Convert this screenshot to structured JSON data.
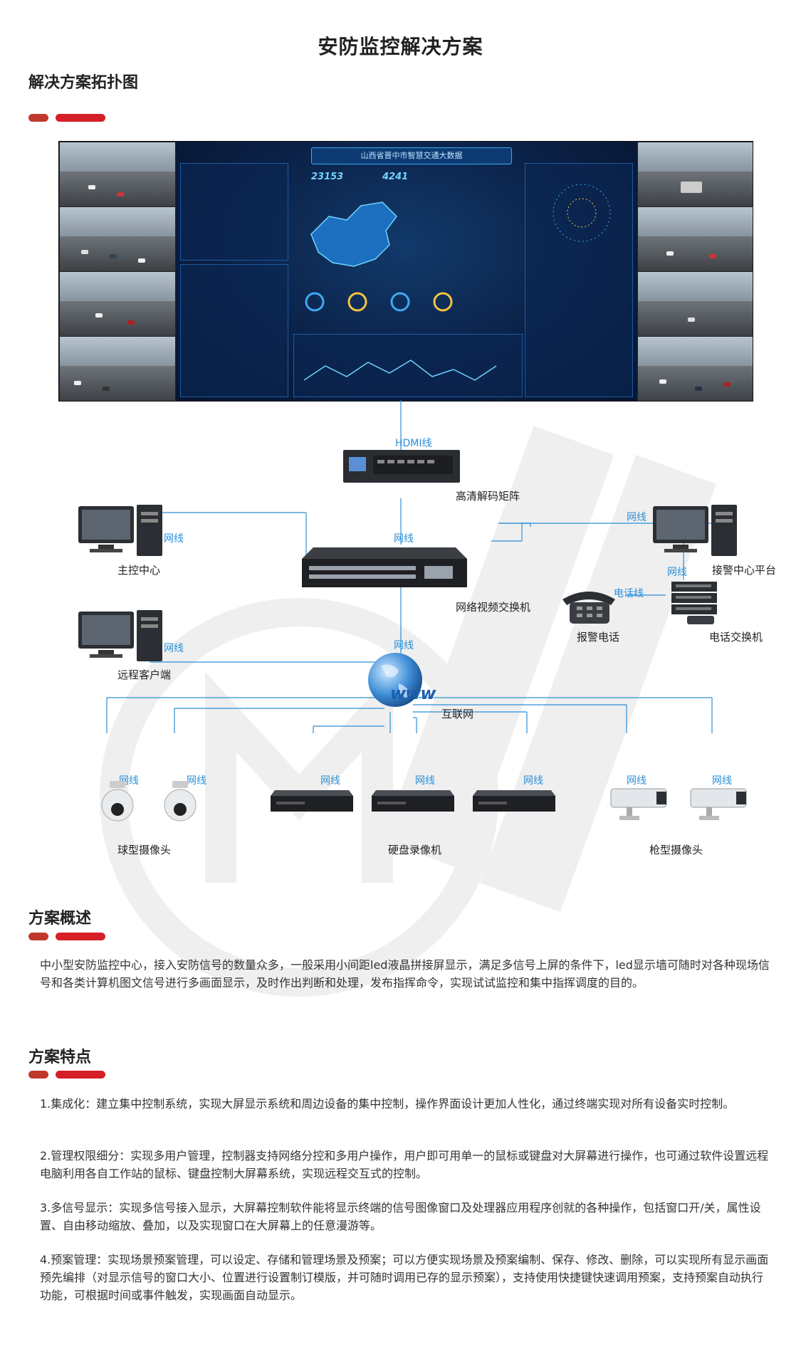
{
  "page": {
    "title": "安防监控解决方案"
  },
  "sections": {
    "topology": {
      "title": "解决方案拓扑图"
    },
    "overview": {
      "title": "方案概述",
      "text": "中小型安防监控中心，接入安防信号的数量众多，一般采用小间距led液晶拼接屏显示，满足多信号上屏的条件下，led显示墙可随时对各种现场信号和各类计算机图文信号进行多画面显示，及时作出判断和处理，发布指挥命令，实现试试监控和集中指挥调度的目的。"
    },
    "features": {
      "title": "方案特点",
      "items": [
        "1.集成化：建立集中控制系统，实现大屏显示系统和周边设备的集中控制，操作界面设计更加人性化，通过终端实现对所有设备实时控制。",
        "2.管理权限细分：实现多用户管理，控制器支持网络分控和多用户操作，用户即可用单一的鼠标或键盘对大屏幕进行操作，也可通过软件设置远程电脑利用各自工作站的鼠标、键盘控制大屏幕系统，实现远程交互式的控制。",
        "3.多信号显示：实现多信号接入显示，大屏幕控制软件能将显示终端的信号图像窗口及处理器应用程序创就的各种操作，包括窗口开/关，属性设置、自由移动缩放、叠加，以及实现窗口在大屏幕上的任意漫游等。",
        "4.预案管理：实现场景预案管理，可以设定、存储和管理场景及预案；可以方便实现场景及预案编制、保存、修改、删除，可以实现所有显示画面预先编排（对显示信号的窗口大小、位置进行设置制订模版，并可随时调用已存的显示预案），支持使用快捷键快速调用预案，支持预案自动执行功能，可根据时间或事件触发，实现画面自动显示。"
      ]
    }
  },
  "diagram": {
    "dashboard_title": "山西省晋中市智慧交通大数据",
    "dashboard_stats": [
      "23153",
      "4241"
    ],
    "nodes": {
      "decoder": "高清解码矩阵",
      "switch": "网络视频交换机",
      "main_control": "主控中心",
      "alarm_platform": "接警中心平台",
      "alarm_phone": "报警电话",
      "pbx": "电话交换机",
      "remote_client": "远程客户端",
      "internet": "互联网",
      "dome_camera": "球型摄像头",
      "nvr": "硬盘录像机",
      "bullet_camera": "枪型摄像头"
    },
    "wires": {
      "hdmi": "HDMI线",
      "network": "网线",
      "phone": "电话线"
    },
    "www_text": "www"
  },
  "colors": {
    "accent_red": "#d51f26",
    "wire_blue": "#2a8fd8"
  }
}
